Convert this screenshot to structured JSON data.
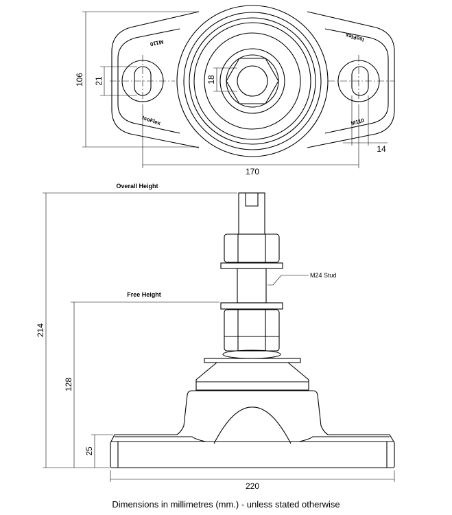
{
  "plan_view": {
    "dim_height": "106",
    "dim_hole_width": "21",
    "dim_center_bore": "18",
    "dim_hole_centres": "170",
    "dim_slot_width": "14",
    "logo_brand": "IsoFlex",
    "logo_model": "M110"
  },
  "side_view": {
    "overall_height_label": "Overall Height",
    "free_height_label": "Free Height",
    "stud_label": "M24 Stud",
    "dim_overall_height": "214",
    "dim_free_height": "128",
    "dim_base_height": "25",
    "dim_base_length": "220"
  },
  "caption": "Dimensions in millimetres (mm.) - unless stated otherwise"
}
